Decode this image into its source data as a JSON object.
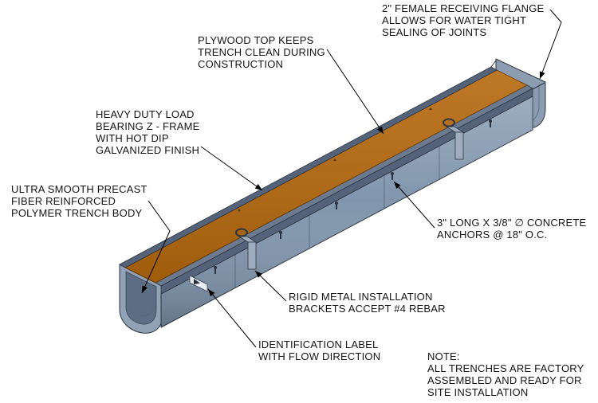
{
  "callouts": {
    "flange": {
      "lines": [
        "2\" FEMALE RECEIVING FLANGE",
        "ALLOWS FOR WATER TIGHT",
        "SEALING OF JOINTS"
      ]
    },
    "plywood": {
      "lines": [
        "PLYWOOD TOP KEEPS",
        "TRENCH CLEAN DURING",
        "CONSTRUCTION"
      ]
    },
    "zframe": {
      "lines": [
        "HEAVY DUTY LOAD",
        "BEARING Z - FRAME",
        "WITH HOT DIP",
        "GALVANIZED FINISH"
      ]
    },
    "body": {
      "lines": [
        "ULTRA SMOOTH PRECAST",
        "FIBER REINFORCED",
        "POLYMER TRENCH BODY"
      ]
    },
    "anchors": {
      "lines": [
        "3\" LONG X 3/8\" ∅ CONCRETE",
        "ANCHORS @ 18\" O.C."
      ]
    },
    "brackets": {
      "lines": [
        "RIGID METAL INSTALLATION",
        "BRACKETS ACCEPT #4 REBAR"
      ]
    },
    "id_label": {
      "lines": [
        "IDENTIFICATION LABEL",
        "WITH FLOW DIRECTION"
      ]
    }
  },
  "note": {
    "lines": [
      "NOTE:",
      "ALL TRENCHES ARE FACTORY",
      "ASSEMBLED AND READY FOR",
      "SITE INSTALLATION"
    ]
  },
  "colors": {
    "plywood_top": "#b5690e",
    "trench_body": "#8196ad",
    "z_frame": "#55637a",
    "flange_plate": "#8d9db1",
    "outline": "#2e3540",
    "background": "#ffffff"
  }
}
